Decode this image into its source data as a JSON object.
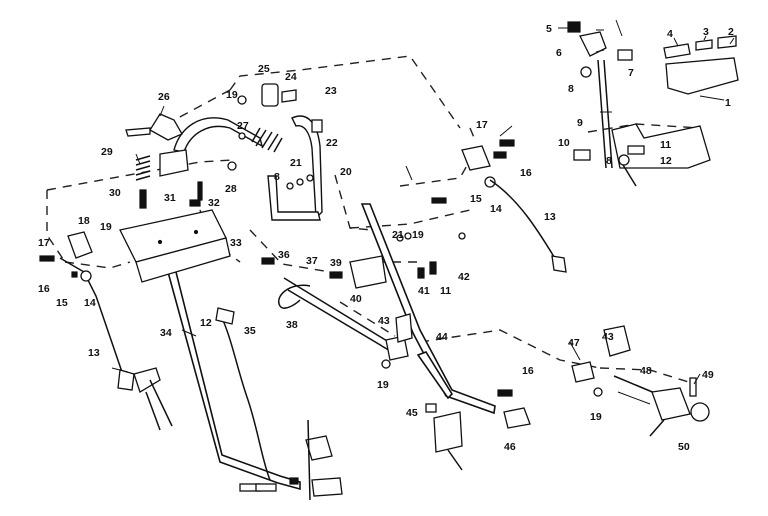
{
  "callouts": [
    {
      "id": "c1",
      "text": "1"
    },
    {
      "id": "c2",
      "text": "2"
    },
    {
      "id": "c3",
      "text": "3"
    },
    {
      "id": "c4",
      "text": "4"
    },
    {
      "id": "c5",
      "text": "5"
    },
    {
      "id": "c6",
      "text": "6"
    },
    {
      "id": "c7",
      "text": "7"
    },
    {
      "id": "c8a",
      "text": "8"
    },
    {
      "id": "c9",
      "text": "9"
    },
    {
      "id": "c10",
      "text": "10"
    },
    {
      "id": "c11a",
      "text": "11"
    },
    {
      "id": "c12a",
      "text": "12"
    },
    {
      "id": "c8b",
      "text": "8"
    },
    {
      "id": "c17a",
      "text": "17"
    },
    {
      "id": "c16a",
      "text": "16"
    },
    {
      "id": "c15a",
      "text": "15"
    },
    {
      "id": "c14a",
      "text": "14"
    },
    {
      "id": "c13a",
      "text": "13"
    },
    {
      "id": "c25",
      "text": "25"
    },
    {
      "id": "c24",
      "text": "24"
    },
    {
      "id": "c19a",
      "text": "19"
    },
    {
      "id": "c23",
      "text": "23"
    },
    {
      "id": "c26",
      "text": "26"
    },
    {
      "id": "c27",
      "text": "27"
    },
    {
      "id": "c22",
      "text": "22"
    },
    {
      "id": "c29",
      "text": "29"
    },
    {
      "id": "c21a",
      "text": "21"
    },
    {
      "id": "c8c",
      "text": "8"
    },
    {
      "id": "c20",
      "text": "20"
    },
    {
      "id": "c28",
      "text": "28"
    },
    {
      "id": "c30",
      "text": "30"
    },
    {
      "id": "c31",
      "text": "31"
    },
    {
      "id": "c32",
      "text": "32"
    },
    {
      "id": "c18",
      "text": "18"
    },
    {
      "id": "c19b",
      "text": "19"
    },
    {
      "id": "c17b",
      "text": "17"
    },
    {
      "id": "c16b",
      "text": "16"
    },
    {
      "id": "c15b",
      "text": "15"
    },
    {
      "id": "c14b",
      "text": "14"
    },
    {
      "id": "c33",
      "text": "33"
    },
    {
      "id": "c36",
      "text": "36"
    },
    {
      "id": "c37",
      "text": "37"
    },
    {
      "id": "c39",
      "text": "39"
    },
    {
      "id": "c21b",
      "text": "21"
    },
    {
      "id": "c19c",
      "text": "19"
    },
    {
      "id": "c42",
      "text": "42"
    },
    {
      "id": "c40",
      "text": "40"
    },
    {
      "id": "c41",
      "text": "41"
    },
    {
      "id": "c11b",
      "text": "11"
    },
    {
      "id": "c38",
      "text": "38"
    },
    {
      "id": "c12b",
      "text": "12"
    },
    {
      "id": "c35",
      "text": "35"
    },
    {
      "id": "c34",
      "text": "34"
    },
    {
      "id": "c13b",
      "text": "13"
    },
    {
      "id": "c43a",
      "text": "43"
    },
    {
      "id": "c44",
      "text": "44"
    },
    {
      "id": "c19d",
      "text": "19"
    },
    {
      "id": "c47",
      "text": "47"
    },
    {
      "id": "c43b",
      "text": "43"
    },
    {
      "id": "c48",
      "text": "48"
    },
    {
      "id": "c49",
      "text": "49"
    },
    {
      "id": "c16c",
      "text": "16"
    },
    {
      "id": "c19e",
      "text": "19"
    },
    {
      "id": "c45",
      "text": "45"
    },
    {
      "id": "c46",
      "text": "46"
    },
    {
      "id": "c50",
      "text": "50"
    }
  ]
}
